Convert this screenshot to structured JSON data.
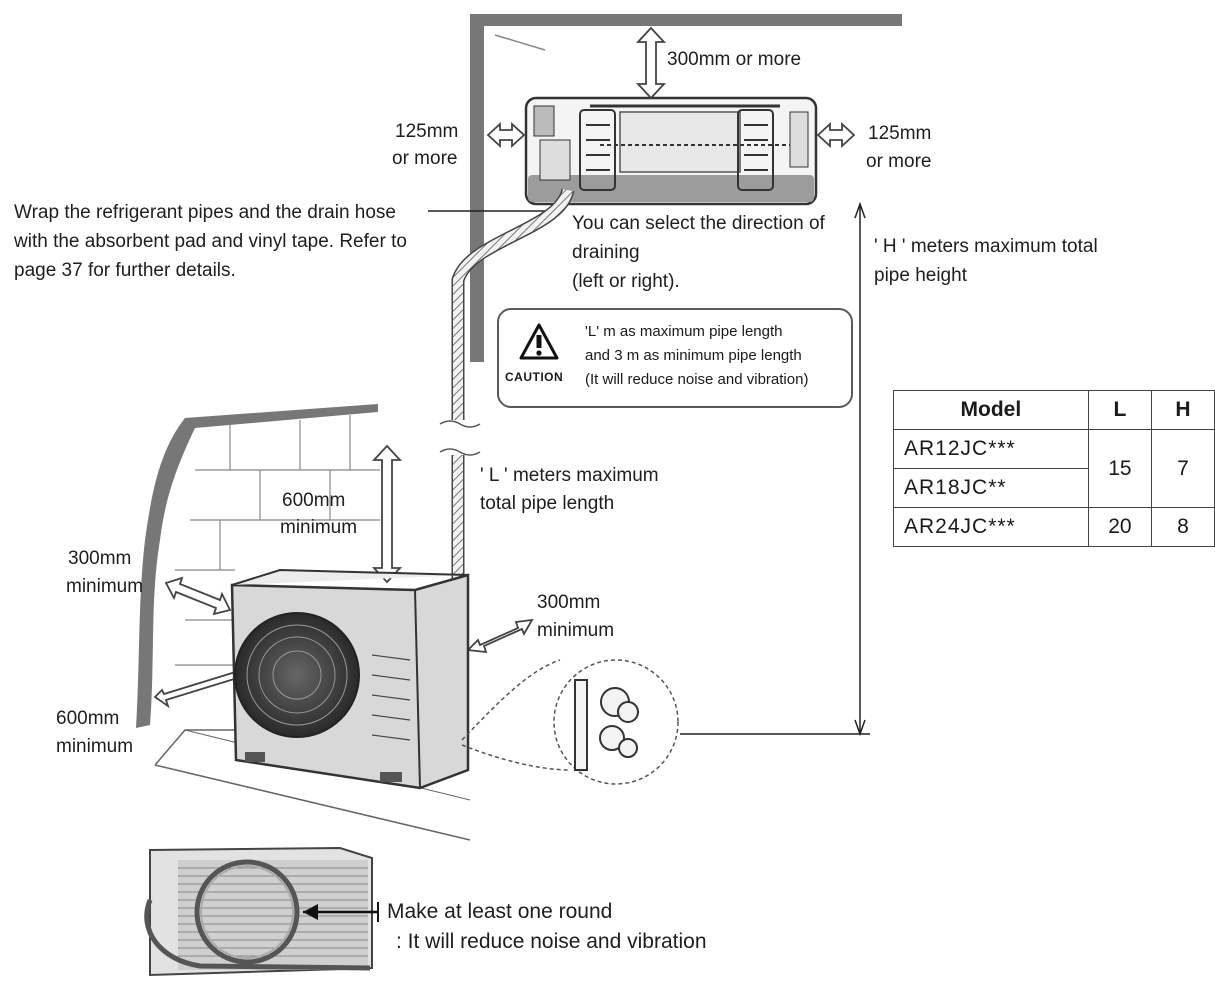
{
  "labels": {
    "top_clearance": "300mm or more",
    "left_clearance_1": "125mm",
    "left_clearance_2": "or more",
    "right_clearance_1": "125mm",
    "right_clearance_2": "or more",
    "wrap_1": "Wrap the refrigerant pipes and the drain hose",
    "wrap_2": "with the absorbent pad and vinyl tape. Refer to",
    "wrap_3": "page 37 for further details.",
    "drain_1": "You can select the direction of",
    "drain_2": "draining",
    "drain_3": "(left or right).",
    "h_note_1": "' H ' meters maximum total",
    "h_note_2": "pipe height",
    "caution_1": "'L' m as maximum pipe length",
    "caution_2": "and 3 m as minimum pipe length",
    "caution_3": "(It will reduce noise and vibration)",
    "caution_word": "CAUTION",
    "l_note_1": "' L ' meters maximum",
    "l_note_2": "total pipe length",
    "top_outdoor_1": "600mm",
    "top_outdoor_2": "minimum",
    "left_outdoor_1": "300mm",
    "left_outdoor_2": "minimum",
    "right_outdoor_1": "300mm",
    "right_outdoor_2": "minimum",
    "front_outdoor_1": "600mm",
    "front_outdoor_2": "minimum",
    "round_1": "Make at least one round",
    "round_2": ": It will reduce noise and vibration"
  },
  "table": {
    "headers": [
      "Model",
      "L",
      "H"
    ],
    "models": [
      "AR12JC***",
      "AR18JC**",
      "AR24JC***"
    ],
    "group1_L": "15",
    "group1_H": "7",
    "group2_L": "20",
    "group2_H": "8"
  },
  "icons": [
    "caution-triangle-icon"
  ]
}
